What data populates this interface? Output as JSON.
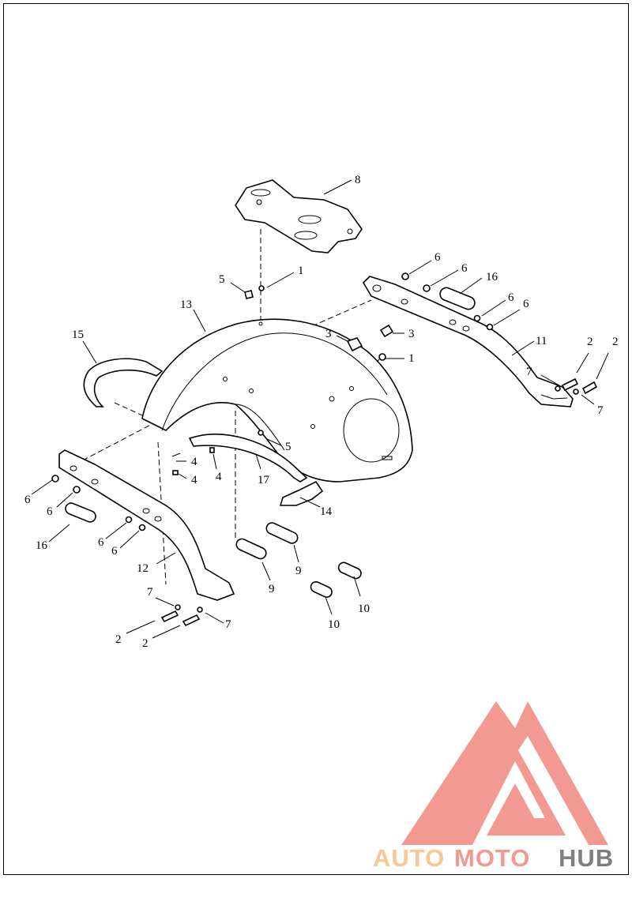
{
  "diagram": {
    "callouts": {
      "c8": "8",
      "c1a": "1",
      "c5a": "5",
      "c6a": "6",
      "c6b": "6",
      "c16a": "16",
      "c6c": "6",
      "c6d": "6",
      "c13": "13",
      "c3a": "3",
      "c3b": "3",
      "c1b": "1",
      "c15": "15",
      "c11": "11",
      "c2a": "2",
      "c2b": "2",
      "c7a": "7",
      "c7b": "7",
      "c5b": "5",
      "c4a": "4",
      "c4b": "4",
      "c4c": "4",
      "c17": "17",
      "c6e": "6",
      "c6f": "6",
      "c14": "14",
      "c16b": "16",
      "c6g": "6",
      "c6h": "6",
      "c12": "12",
      "c9a": "9",
      "c9b": "9",
      "c7c": "7",
      "c7d": "7",
      "c2c": "2",
      "c2d": "2",
      "c10a": "10",
      "c10b": "10"
    }
  },
  "watermark": {
    "part1": "AUTO",
    "part2": "MOTO",
    "part3": "HUB",
    "colors": {
      "auto": "#f5c896",
      "moto": "#f09a90",
      "hub": "#7f7f7f",
      "logo": "#f29a92"
    }
  }
}
